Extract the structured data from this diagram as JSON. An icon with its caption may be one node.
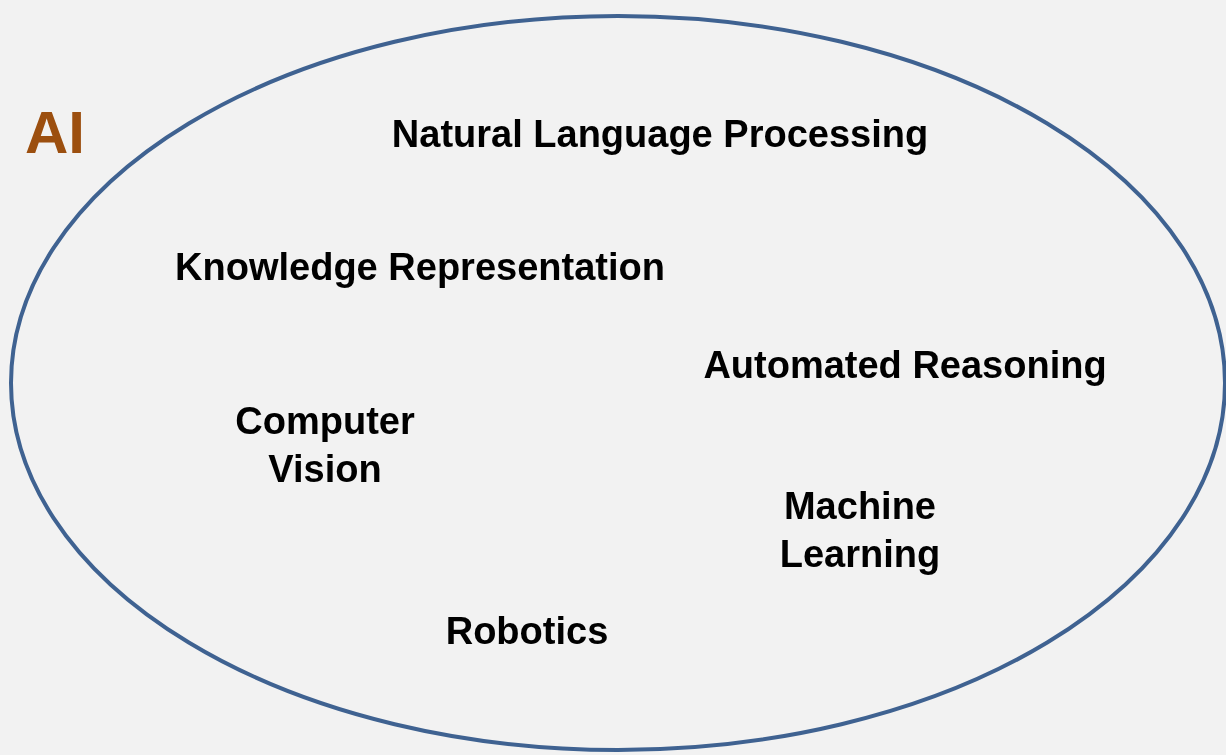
{
  "diagram": {
    "nodes": [
      {
        "text": [
          "AI",
          "Natural Language Processing",
          "Knowledge Representation",
          "Automated Reasoning",
          "Computer Vision",
          "Machine Learning",
          "Robotics"
        ]
      }
    ]
  }
}
